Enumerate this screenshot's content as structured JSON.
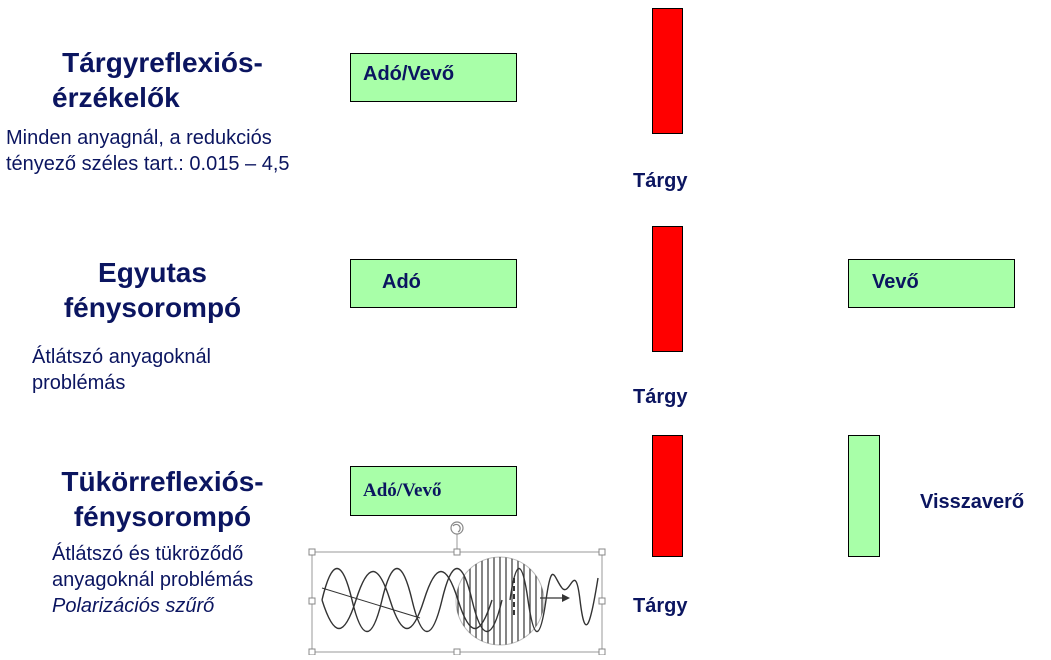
{
  "rows": [
    {
      "title_line1": "Tárgyreflexiós-",
      "title_line2": "érzékelők",
      "desc_line1": "Minden anyagnál, a redukciós",
      "desc_line2": "tényező széles tart.: 0.015 – 4,5",
      "box_label": "Adó/Vevő",
      "object_label": "Tárgy"
    },
    {
      "title_line1": "Egyutas",
      "title_line2": "fénysorompó",
      "desc_line1": "Átlátszó anyagoknál",
      "desc_line2": "problémás",
      "box_label": "Adó",
      "receiver_label": "Vevő",
      "object_label": "Tárgy"
    },
    {
      "title_line1": "Tükörreflexiós-",
      "title_line2": "fénysorompó",
      "desc_line1": "Átlátszó és tükröződő",
      "desc_line2": "anyagoknál problémás",
      "desc_line3": "Polarizációs szűrő",
      "box_label": "Adó/Vevő",
      "reflector_label": "Visszaverő",
      "object_label": "Tárgy"
    }
  ],
  "colors": {
    "text": "#0b1560",
    "box_fill": "#a8ffa8",
    "object_fill": "#ff0000"
  },
  "icons": {
    "polarization_image": "polarization-filter-illustration"
  }
}
